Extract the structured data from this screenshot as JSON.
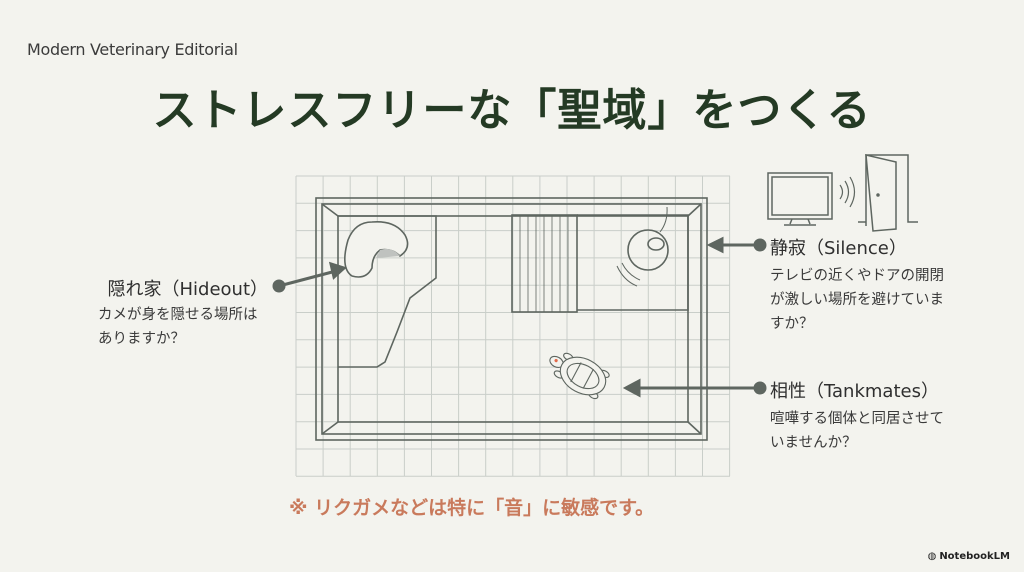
{
  "header": {
    "subtitle": "Modern Veterinary Editorial",
    "title": "ストレスフリーな「聖域」をつくる"
  },
  "callouts": {
    "hideout": {
      "title": "隠れ家（Hideout）",
      "body": [
        "カメが身を隠せる場所は",
        "ありますか？"
      ]
    },
    "silence": {
      "title": "静寂（Silence）",
      "body": [
        "テレビの近くやドアの開閉",
        "が激しい場所を避けていま",
        "すか？"
      ]
    },
    "tankmates": {
      "title": "相性（Tankmates）",
      "body": [
        "喧嘩する個体と同居させて",
        "いませんか？"
      ]
    }
  },
  "note": "※ リクガメなどは特に「音」に敏感です。",
  "footer": {
    "brand": "NotebookLM"
  },
  "colors": {
    "title": "#243a24",
    "accent": "#c97a5c",
    "line": "#5e6660",
    "grid": "#c9cec9"
  }
}
